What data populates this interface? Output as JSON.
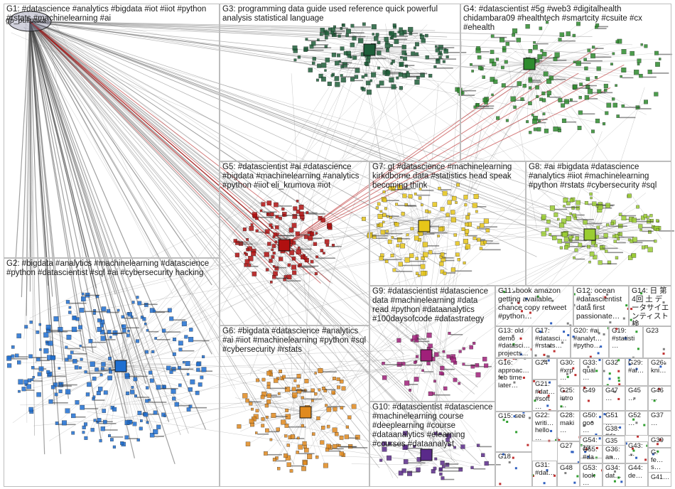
{
  "graph": {
    "background": "#ffffff",
    "groups": [
      {
        "id": "G1",
        "label": "G1: #datascience #analytics #bigdata #iot #iiot #python #rstats #machinelearning #ai",
        "color": "#7a7a9a"
      },
      {
        "id": "G1n",
        "label": "gp_pulipaka",
        "color": "#7a7a9a"
      },
      {
        "id": "G2",
        "label": "G2: #bigdata #analytics #machinelearning #datascience #python #datascientist #sql #ai #cybersecurity hacking",
        "color": "#1f6fd1"
      },
      {
        "id": "G3",
        "label": "G3: programming data guide used reference quick powerful analysis statistical language",
        "color": "#1e5e3a"
      },
      {
        "id": "G4",
        "label": "G4: #datascientist #5g #web3 #digitalhealth chidambara09 #healthtech #smartcity #csuite #cx #ehealth",
        "color": "#2e8b2e"
      },
      {
        "id": "G5",
        "label": "G5: #datascientist #ai #datascience #bigdata #machinelearning #analytics #python #iiot eli_krumova #iot",
        "color": "#b01010"
      },
      {
        "id": "G6",
        "label": "G6: #bigdata #datascience #analytics #ai #iiot #machinelearning #python #sql #cybersecurity #rstats",
        "color": "#e08a1e"
      },
      {
        "id": "G7",
        "label": "G7: gt #datascience #machinelearning kirkdborne data #statistics head speak becoming think",
        "color": "#e6c619"
      },
      {
        "id": "G8",
        "label": "G8: #ai #bigdata #datascience #analytics #iiot #machinelearning #python #rstats #cybersecurity #sql",
        "color": "#9acd32"
      },
      {
        "id": "G9",
        "label": "G9: #datascientist #datascience data #machinelearning #data read #python #dataanalytics #100daysofcode #datastrategy",
        "color": "#a0207a"
      },
      {
        "id": "G10",
        "label": "G10: #datascientist #datascience #machinelearning course #deeplearning #course #dataanalytics #elearning #courses #dataanalyst",
        "color": "#5a2a8a"
      },
      {
        "id": "G11",
        "label": "G11: book amazon getting available chance copy retweet #python…",
        "color": "#777777"
      },
      {
        "id": "G12",
        "label": "G12: ocean #datascientist data first passionate…",
        "color": "#777777"
      },
      {
        "id": "G13",
        "label": "G13: old demo #datasci… projects…",
        "color": "#777777"
      },
      {
        "id": "G14",
        "label": "G14: 日 第4回 土 データサイエンティスト検…",
        "color": "#777777"
      },
      {
        "id": "G15",
        "label": "G15: see",
        "color": "#777777"
      },
      {
        "id": "G16",
        "label": "G16: approac… feb time later…",
        "color": "#777777"
      },
      {
        "id": "G17",
        "label": "G17: #datasci… #rstats…",
        "color": "#777777"
      },
      {
        "id": "G18",
        "label": "G18",
        "color": "#777777"
      },
      {
        "id": "G19",
        "label": "G19: #statisti…",
        "color": "#777777"
      },
      {
        "id": "G20",
        "label": "G20: #ai #analyt… #pytho…",
        "color": "#777777"
      },
      {
        "id": "G21",
        "label": "G21: #dat… #soft…",
        "color": "#777777"
      },
      {
        "id": "G22",
        "label": "G22: writi… hello…",
        "color": "#777777"
      },
      {
        "id": "G23",
        "label": "G23",
        "color": "#777777"
      },
      {
        "id": "G24",
        "label": "G24",
        "color": "#777777"
      },
      {
        "id": "G25",
        "label": "G25: intro…",
        "color": "#777777"
      },
      {
        "id": "G26",
        "label": "G26: kni…",
        "color": "#777777"
      },
      {
        "id": "G27",
        "label": "G27",
        "color": "#777777"
      },
      {
        "id": "G28",
        "label": "G28: maki…",
        "color": "#777777"
      },
      {
        "id": "G29",
        "label": "G29: #ai…",
        "color": "#777777"
      },
      {
        "id": "G30",
        "label": "G30: #xrp…",
        "color": "#777777"
      },
      {
        "id": "G31",
        "label": "G31: #dat…",
        "color": "#777777"
      },
      {
        "id": "G32",
        "label": "G32",
        "color": "#777777"
      },
      {
        "id": "G33",
        "label": "G33: qual…",
        "color": "#777777"
      },
      {
        "id": "G34",
        "label": "G34: dat…",
        "color": "#777777"
      },
      {
        "id": "G35",
        "label": "G35…",
        "color": "#777777"
      },
      {
        "id": "G36",
        "label": "G36: an…",
        "color": "#777777"
      },
      {
        "id": "G37",
        "label": "G37…",
        "color": "#777777"
      },
      {
        "id": "G38",
        "label": "G38: #da…",
        "color": "#777777"
      },
      {
        "id": "G39",
        "label": "G39…",
        "color": "#777777"
      },
      {
        "id": "G41",
        "label": "G41…",
        "color": "#777777"
      },
      {
        "id": "G43",
        "label": "G43: …",
        "color": "#777777"
      },
      {
        "id": "G44",
        "label": "G44: de…",
        "color": "#777777"
      },
      {
        "id": "G45",
        "label": "G45…",
        "color": "#777777"
      },
      {
        "id": "G46",
        "label": "G46…",
        "color": "#777777"
      },
      {
        "id": "G47",
        "label": "G47…",
        "color": "#777777"
      },
      {
        "id": "G48",
        "label": "G48",
        "color": "#777777"
      },
      {
        "id": "G49",
        "label": "G49",
        "color": "#777777"
      },
      {
        "id": "G50",
        "label": "G50: goo…",
        "color": "#777777"
      },
      {
        "id": "G51",
        "label": "G51…",
        "color": "#777777"
      },
      {
        "id": "G52",
        "label": "G52…",
        "color": "#777777"
      },
      {
        "id": "G53",
        "label": "G53: look…",
        "color": "#777777"
      },
      {
        "id": "G54",
        "label": "G54: 10",
        "color": "#777777"
      },
      {
        "id": "G55",
        "label": "G55: #da…",
        "color": "#777777"
      },
      {
        "id": "Gfs",
        "label": "G: fe… s…",
        "color": "#777777"
      },
      {
        "id": "Gsa",
        "label": "G: #sa…",
        "color": "#777777"
      }
    ]
  }
}
